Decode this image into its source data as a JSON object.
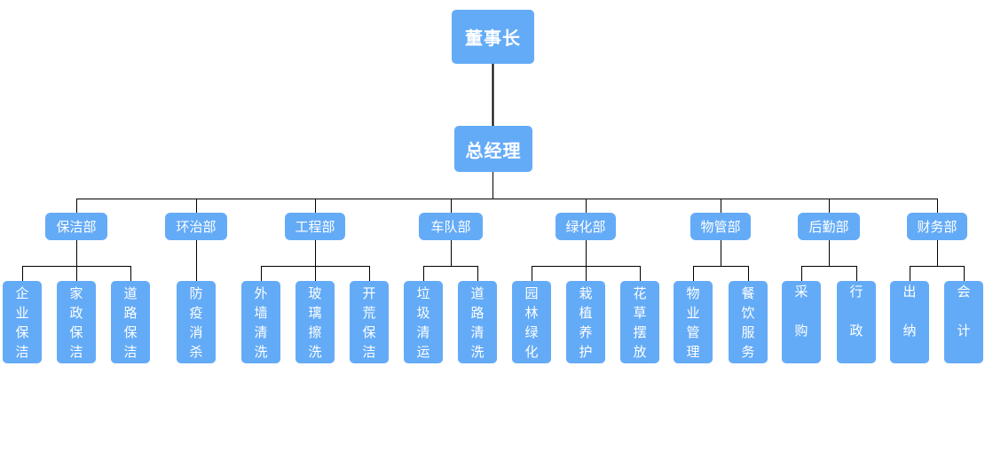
{
  "root": {
    "label": "董事长"
  },
  "manager": {
    "label": "总经理"
  },
  "colors": {
    "node_fill": "#64abf7",
    "line": "#000000",
    "text": "#ffffff"
  },
  "departments": [
    {
      "label": "保洁部",
      "children": [
        "企业保洁",
        "家政保洁",
        "道路保洁"
      ]
    },
    {
      "label": "环治部",
      "children": [
        "防疫消杀"
      ]
    },
    {
      "label": "工程部",
      "children": [
        "外墙清洗",
        "玻璃擦洗",
        "开荒保洁"
      ]
    },
    {
      "label": "车队部",
      "children": [
        "垃圾清运",
        "道路清洗"
      ]
    },
    {
      "label": "绿化部",
      "children": [
        "园林绿化",
        "栽植养护",
        "花草摆放"
      ]
    },
    {
      "label": "物管部",
      "children": [
        "物业管理",
        "餐饮服务"
      ]
    },
    {
      "label": "后勤部",
      "children": [
        "采购",
        "行政"
      ]
    },
    {
      "label": "财务部",
      "children": [
        "出纳",
        "会计"
      ]
    }
  ]
}
